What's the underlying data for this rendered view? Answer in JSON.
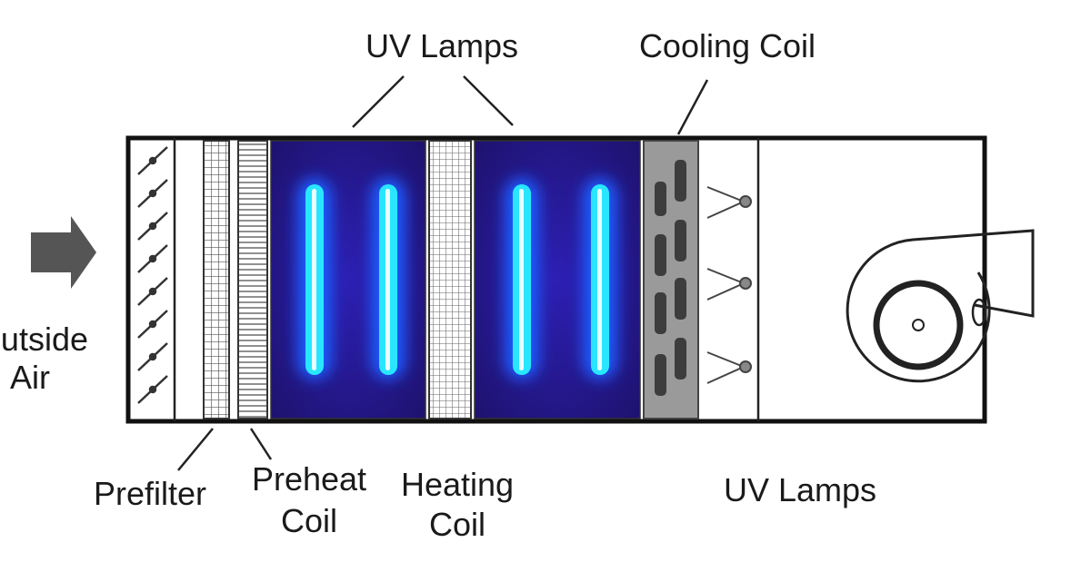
{
  "labels": {
    "uv_lamps_top": "UV Lamps",
    "cooling_coil": "Cooling Coil",
    "outside_air_line1": "utside",
    "outside_air_line2": "Air",
    "prefilter": "Prefilter",
    "preheat_coil_line1": "Preheat",
    "preheat_coil_line2": "Coil",
    "heating_coil_line1": "Heating",
    "heating_coil_line2": "Coil",
    "uv_lamps_bottom": "UV Lamps"
  },
  "colors": {
    "uv_chamber_bg": "#2a1aa8",
    "uv_lamp_glow": "#1d5cff",
    "uv_lamp_core": "#29e6ff",
    "cooling_coil_fill": "#9a9a9a",
    "arrow_fill": "#555555"
  },
  "icons": [
    "air-flow-arrow-icon",
    "damper-icon",
    "uv-lamp-icon",
    "spray-nozzle-icon",
    "centrifugal-fan-icon"
  ]
}
